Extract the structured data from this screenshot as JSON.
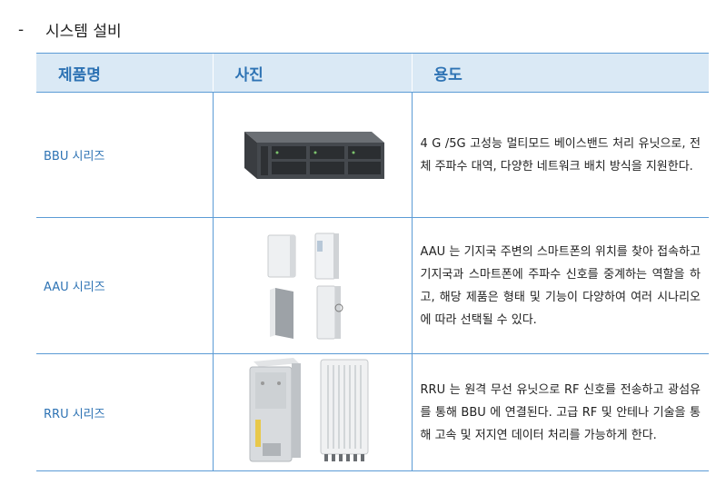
{
  "section": {
    "bullet": "-",
    "title": "시스템 설비"
  },
  "table": {
    "headers": [
      "제품명",
      "사진",
      "용도"
    ],
    "rows": [
      {
        "name": "BBU 시리즈",
        "description": "4 G /5G 고성능 멀티모드 베이스밴드 처리 유닛으로, 전체 주파수 대역, 다양한 네트워크 배치 방식을 지원한다."
      },
      {
        "name": "AAU 시리즈",
        "description": "AAU 는 기지국 주변의 스마트폰의 위치를 찾아 접속하고 기지국과 스마트폰에 주파수 신호를 중계하는 역할을 하고, 해당 제품은 형태 및 기능이 다양하여 여러 시나리오에 따라 선택될 수 있다."
      },
      {
        "name": "RRU 시리즈",
        "description": "RRU 는 원격 무선 유닛으로 RF 신호를 전송하고 광섬유를 통해 BBU 에 연결된다. 고급 RF 및 안테나 기술을 통해 고속 및 저지연 데이터 처리를 가능하게 한다."
      }
    ]
  },
  "colors": {
    "header_bg": "#dae9f5",
    "header_text": "#2e73b4",
    "border": "#5b9bd5",
    "name_text": "#2e73b4"
  }
}
